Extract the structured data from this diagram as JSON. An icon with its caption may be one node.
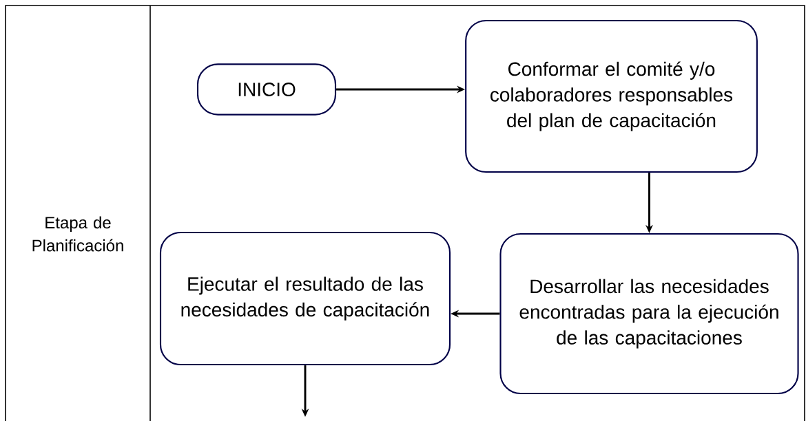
{
  "diagram": {
    "nodes": [
      {
        "text": [
          "INICIO"
        ]
      },
      {
        "text": [
          "Conformar el comité y/o colaboradores responsables del plan de capacitación"
        ]
      },
      {
        "text": [
          "Desarrollar las necesidades encontradas para la ejecución de las capacitaciones"
        ]
      },
      {
        "text": [
          "Ejecutar el resultado de las necesidades de capacitación"
        ]
      }
    ],
    "edges": [
      {
        "from": 0,
        "to": 1,
        "arrow": "to"
      },
      {
        "from": 1,
        "to": 2,
        "arrow": "to"
      },
      {
        "from": 2,
        "to": 3,
        "arrow": "to"
      },
      {
        "from": 3,
        "to": null,
        "arrow": "to"
      }
    ],
    "labels": [
      "Etapa de Planificación"
    ]
  }
}
